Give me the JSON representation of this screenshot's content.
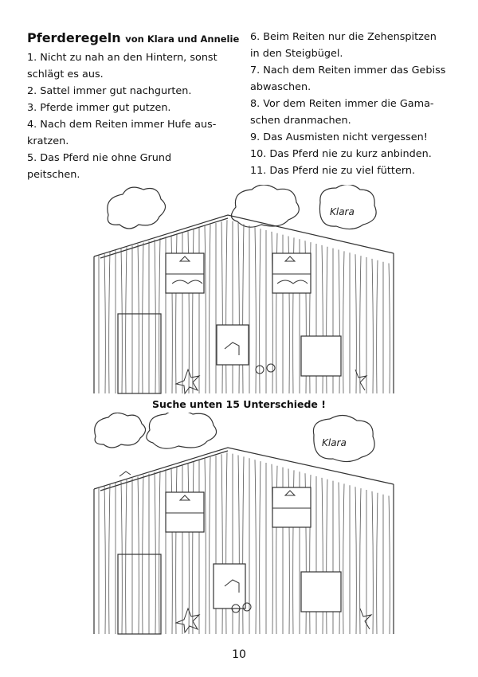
{
  "title": {
    "main": "Pferderegeln",
    "sub": "von Klara und Annelie"
  },
  "rules_left": [
    "1. Nicht zu nah an den Hintern, sonst",
    "schlägt es aus.",
    "2. Sattel immer gut nachgurten.",
    "3. Pferde immer gut putzen.",
    "4. Nach dem Reiten immer Hufe aus-",
    "kratzen.",
    "5. Das Pferd nie ohne Grund",
    "peitschen."
  ],
  "rules_right": [
    "6. Beim Reiten nur die Zehenspitzen",
    "in den Steigbügel.",
    "7. Nach dem Reiten immer das Gebiss",
    "abwaschen.",
    "8. Vor dem Reiten immer die Gama-",
    "schen dranmachen.",
    "9. Das Ausmisten nicht vergessen!",
    "10. Das Pferd nie zu kurz anbinden.",
    "11. Das Pferd nie zu viel füttern."
  ],
  "cloud_label_top": "Klara",
  "cloud_label_bottom": "Klara",
  "hint": "Suche unten 15 Unterschiede !",
  "page_number": "10"
}
